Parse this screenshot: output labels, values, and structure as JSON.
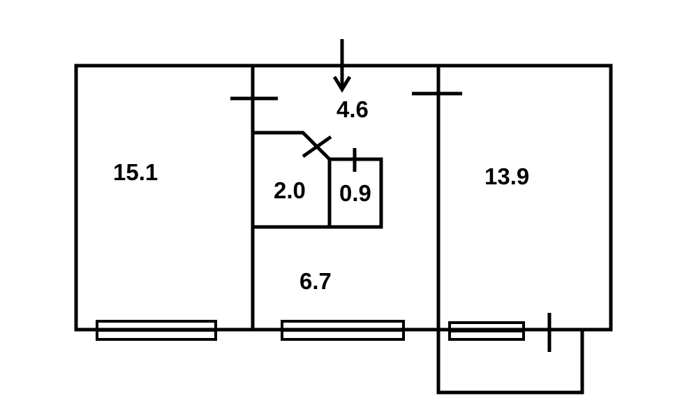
{
  "plan": {
    "rooms": [
      {
        "id": "room-left",
        "area": "15.1"
      },
      {
        "id": "hall",
        "area": "4.6"
      },
      {
        "id": "bathroom",
        "area": "2.0"
      },
      {
        "id": "toilet",
        "area": "0.9"
      },
      {
        "id": "kitchen",
        "area": "6.7"
      },
      {
        "id": "room-right",
        "area": "13.9"
      }
    ],
    "entrance_arrow": "entrance-arrow-icon",
    "colors": {
      "line": "#000000",
      "background": "#ffffff"
    }
  }
}
